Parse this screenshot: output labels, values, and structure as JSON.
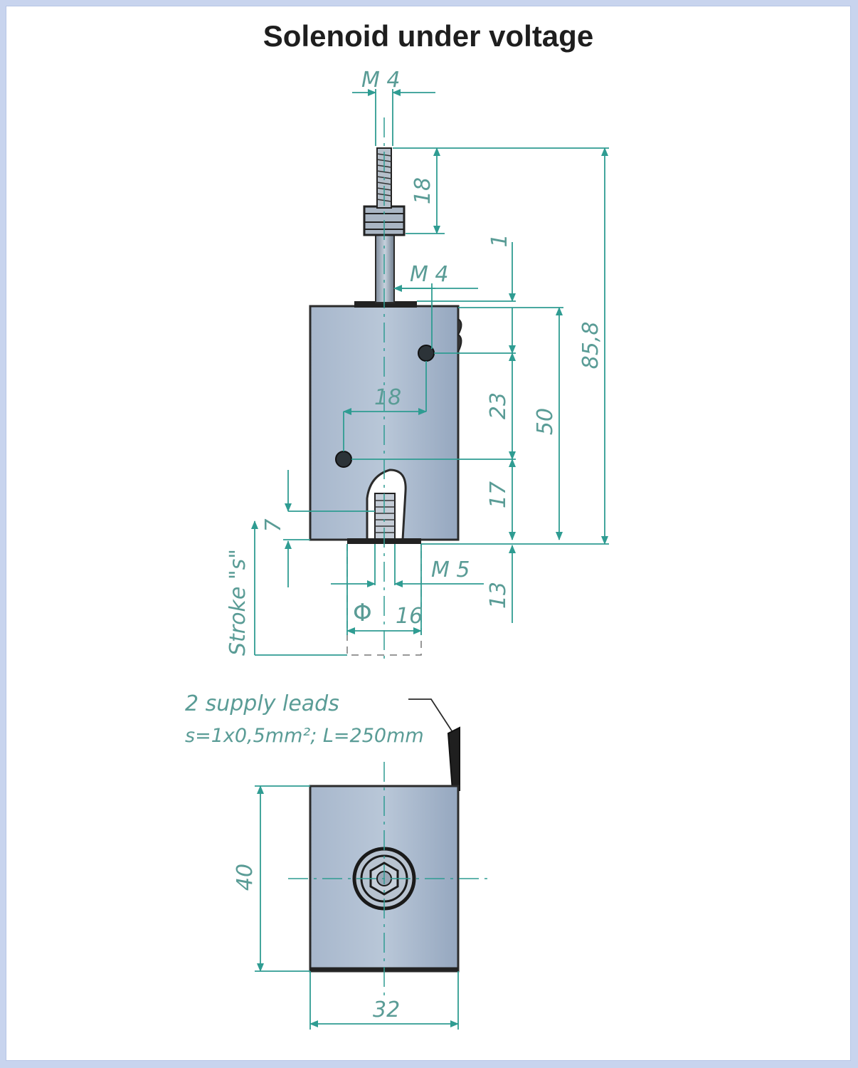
{
  "title": "Solenoid under voltage",
  "colors": {
    "dimension": "#2f9c92",
    "body": "#9fb1c8",
    "outline": "#2b2b2b",
    "label": "#5a9c96"
  },
  "dimensions": {
    "plunger_thread": "M 4",
    "thread_length": "18",
    "gap_top": "1",
    "mount_thread": "M 4",
    "overall_length": "85,8",
    "hole_spacing": "18",
    "hole_distance": "23",
    "body_length": "50",
    "hole_to_bottom": "17",
    "bottom_offset": "7",
    "stroke": "Stroke \"s\"",
    "bottom_thread": "M 5",
    "shaft_length": "13",
    "diameter_symbol": "Φ",
    "diameter": "16",
    "height": "40",
    "width": "32"
  },
  "leads": {
    "line1": "2 supply leads",
    "line2": "s=1x0,5mm²; L=250mm"
  }
}
